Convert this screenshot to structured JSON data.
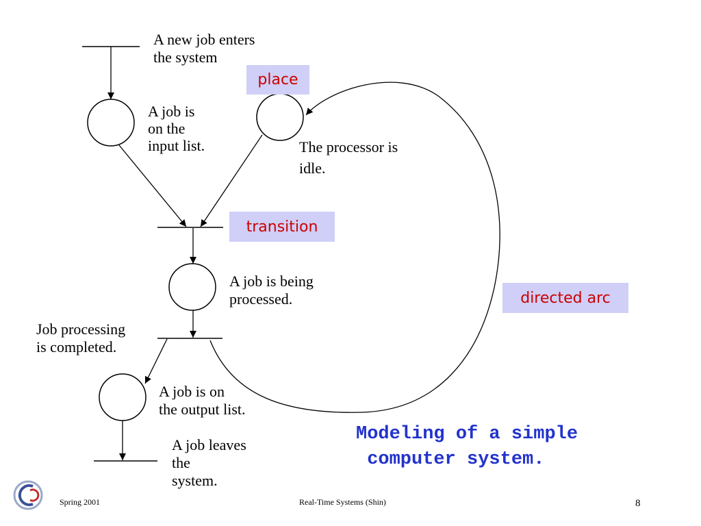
{
  "diagram": {
    "texts": {
      "new_job": "A new job enters\nthe system",
      "input_list": "A job is\non the\ninput list.",
      "processor_idle": "The processor is\nidle.",
      "being_processed": "A job is being\nprocessed.",
      "completed": "Job processing\nis completed.",
      "output_list": "A job is on\nthe output list.",
      "leaves": "A job leaves\nthe\nsystem."
    },
    "labels": {
      "place": "place",
      "transition": "transition",
      "directed_arc": "directed arc"
    },
    "colors": {
      "label_bg": "#cfcff7",
      "label_text": "#cc0000",
      "title_text": "#2233cc"
    }
  },
  "title": "Modeling of a simple\n computer system.",
  "footer": {
    "left": "Spring 2001",
    "center": "Real-Time Systems (Shin)",
    "page": "8"
  },
  "logo": {
    "icon": "cs-logo-icon"
  }
}
